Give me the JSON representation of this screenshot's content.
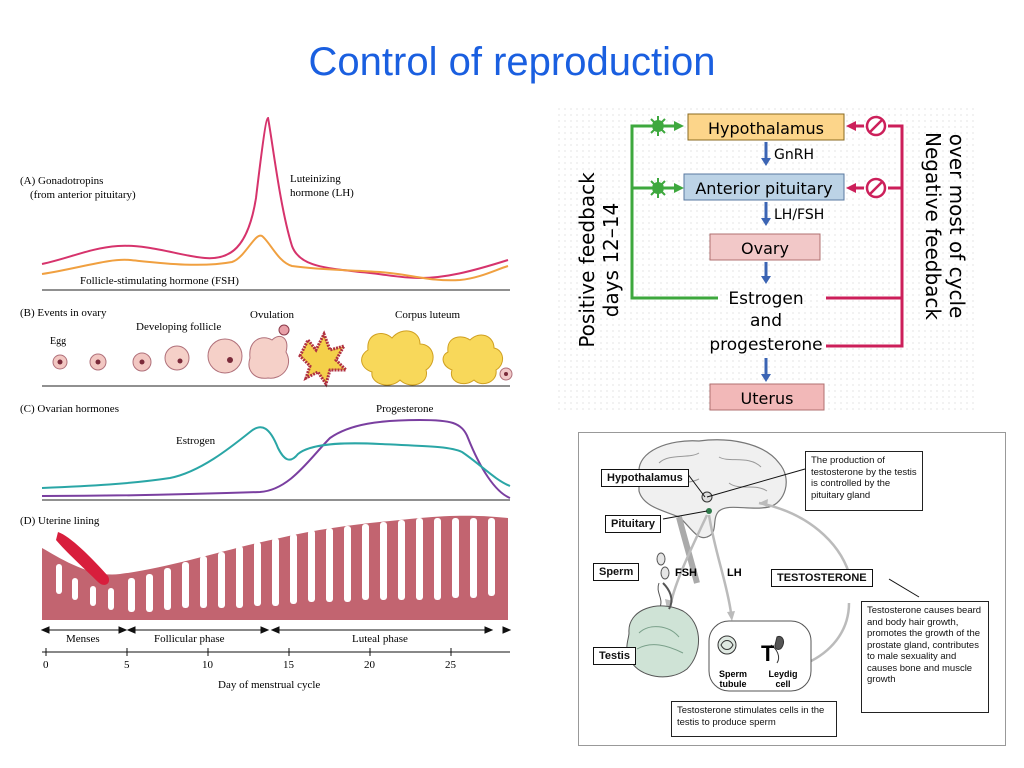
{
  "title": "Control of reproduction",
  "menstrual": {
    "panel_a": {
      "label": "(A) Gonadotropins",
      "sub": "(from anterior pituitary)",
      "lh_label_1": "Luteinizing",
      "lh_label_2": "hormone (LH)",
      "fsh_label": "Follicle-stimulating hormone (FSH)"
    },
    "panel_b": {
      "label": "(B) Events in ovary",
      "egg": "Egg",
      "developing": "Developing follicle",
      "ovulation": "Ovulation",
      "corpus": "Corpus luteum"
    },
    "panel_c": {
      "label": "(C) Ovarian hormones",
      "estrogen": "Estrogen",
      "progesterone": "Progesterone"
    },
    "panel_d": {
      "label": "(D) Uterine lining"
    },
    "phases": {
      "menses": "Menses",
      "follicular": "Follicular phase",
      "luteal": "Luteal phase"
    },
    "x_ticks": [
      "0",
      "5",
      "10",
      "15",
      "20",
      "25"
    ],
    "x_axis_label": "Day of menstrual cycle",
    "colors": {
      "lh": "#d6336c",
      "fsh": "#f0a040",
      "estrogen": "#2aa6a6",
      "progesterone": "#7a3fa0",
      "uterus": "#c26470"
    }
  },
  "feedback": {
    "positive_1": "Positive feedback",
    "positive_2": "days 12–14",
    "negative_1": "Negative feedback",
    "negative_2": "over most of cycle",
    "boxes": {
      "hypothalamus": "Hypothalamus",
      "gnrh": "GnRH",
      "anterior_pituitary": "Anterior pituitary",
      "lhfsh": "LH/FSH",
      "ovary": "Ovary",
      "estrogen_1": "Estrogen",
      "estrogen_2": "and",
      "estrogen_3": "progesterone",
      "uterus": "Uterus"
    },
    "colors": {
      "positive": "#3ea83e",
      "negative": "#cc1f5a",
      "arrow": "#3b64b3"
    }
  },
  "testosterone": {
    "hypothalamus": "Hypothalamus",
    "pituitary": "Pituitary",
    "sperm": "Sperm",
    "testis": "Testis",
    "fsh": "FSH",
    "lh": "LH",
    "testosterone": "TESTOSTERONE",
    "sperm_tubule_1": "Sperm",
    "sperm_tubule_2": "tubule",
    "leydig_1": "Leydig",
    "leydig_2": "cell",
    "t_symbol": "T",
    "note_top": "The production of testosterone by the testis is controlled by the pituitary gland",
    "note_right": "Testosterone causes beard and body hair growth, promotes the growth of the prostate gland, contributes to male sexuality and causes bone and muscle growth",
    "note_bottom": "Testosterone stimulates cells in the testis to produce sperm"
  }
}
